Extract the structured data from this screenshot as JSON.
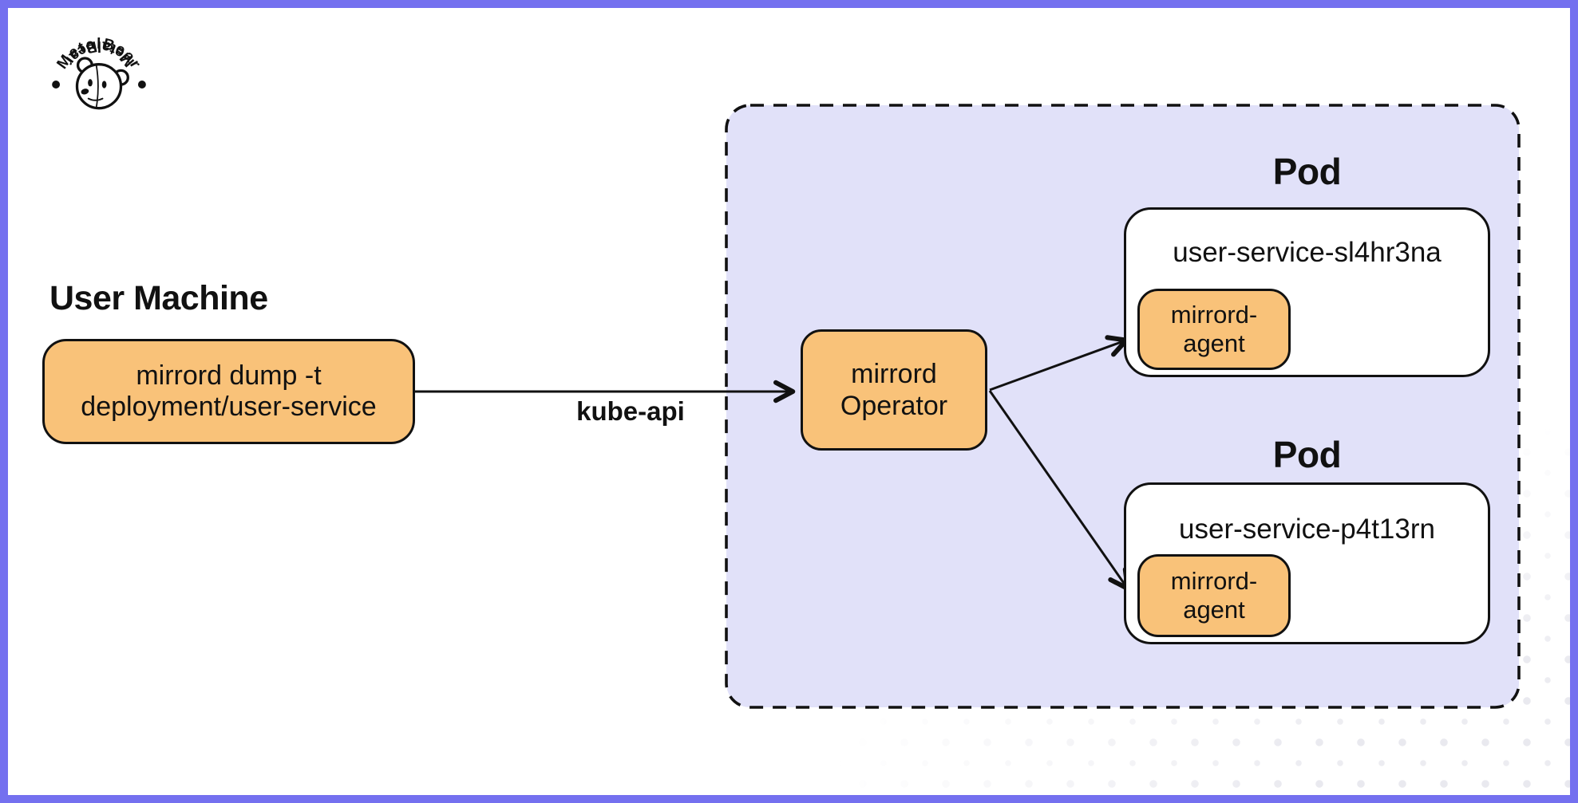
{
  "logo": {
    "brand": "MetalBear",
    "icon": "metalbear-bear-logo"
  },
  "user_machine": {
    "title": "User Machine",
    "command": "mirrord dump -t deployment/user-service"
  },
  "connection": {
    "label": "kube-api"
  },
  "cluster": {
    "operator": {
      "label": "mirrord Operator"
    },
    "pods": [
      {
        "label": "Pod",
        "name": "user-service-sl4hr3na",
        "agent": "mirrord-agent"
      },
      {
        "label": "Pod",
        "name": "user-service-p4t13rn",
        "agent": "mirrord-agent"
      }
    ]
  },
  "colors": {
    "frame": "#7470EF",
    "cluster_fill": "#E1E1F9",
    "box_orange": "#F9C279",
    "ink": "#111111",
    "dot_pattern": "#ECECF1"
  }
}
